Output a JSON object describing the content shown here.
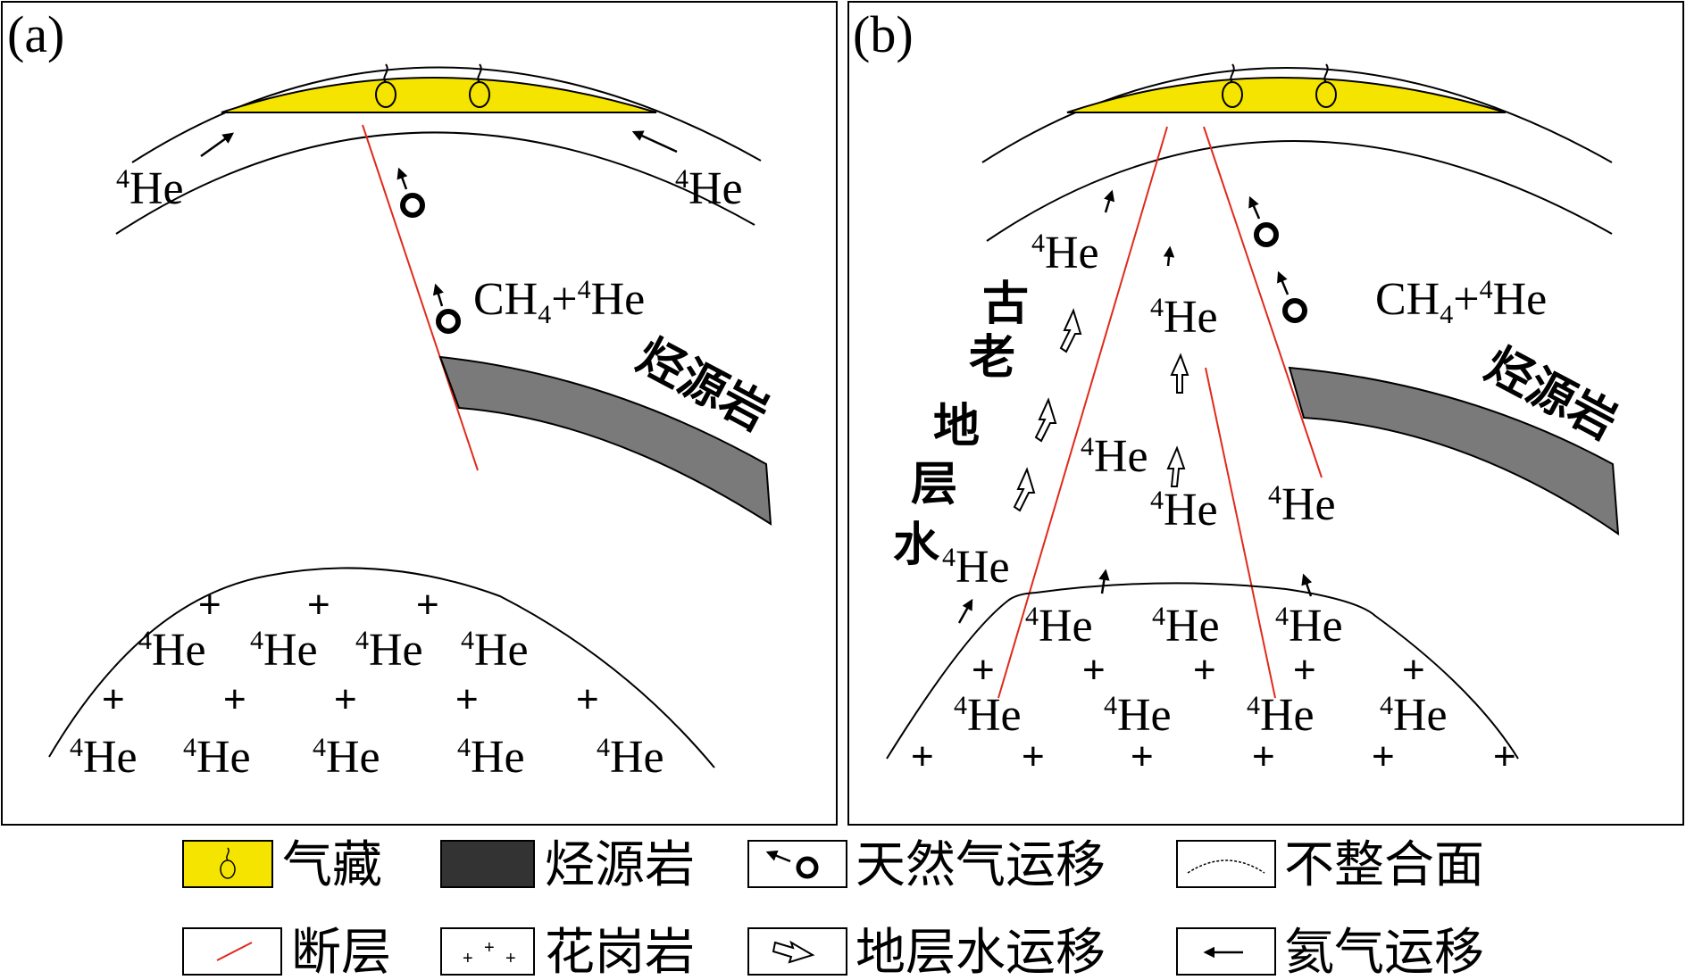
{
  "panels": {
    "a": {
      "label": "(a)",
      "he_left": "He",
      "he_right": "He",
      "ch4": "CH",
      "ch4_sub": "4",
      "plus_he": "+",
      "he_sup": "4",
      "source_rock": "烃源岩",
      "granite_he_row1": [
        "He",
        "He",
        "He",
        "He"
      ],
      "granite_he_row2": [
        "He",
        "He",
        "He",
        "He",
        "He"
      ]
    },
    "b": {
      "label": "(b)",
      "ch4": "CH",
      "ch4_sub": "4",
      "plus_he": "+",
      "he_sup": "4",
      "source_rock": "烃源岩",
      "ancient_water": [
        "古",
        "老",
        "地",
        "层",
        "水"
      ],
      "he_labels": [
        "He",
        "He",
        "He",
        "He",
        "He",
        "He"
      ],
      "granite_he_row1": [
        "He",
        "He",
        "He"
      ],
      "granite_he_row2": [
        "He",
        "He",
        "He",
        "He"
      ]
    }
  },
  "legend": {
    "items": [
      {
        "label": "气藏"
      },
      {
        "label": "烃源岩"
      },
      {
        "label": "天然气运移"
      },
      {
        "label": "不整合面"
      },
      {
        "label": "断层"
      },
      {
        "label": "花岗岩"
      },
      {
        "label": "地层水运移"
      },
      {
        "label": "氦气运移"
      }
    ]
  },
  "colors": {
    "gas_reservoir": "#f5e400",
    "source_rock_fill": "#7a7a7a",
    "source_rock_legend": "#333333",
    "fault": "#e02a1b",
    "stroke": "#000000"
  }
}
